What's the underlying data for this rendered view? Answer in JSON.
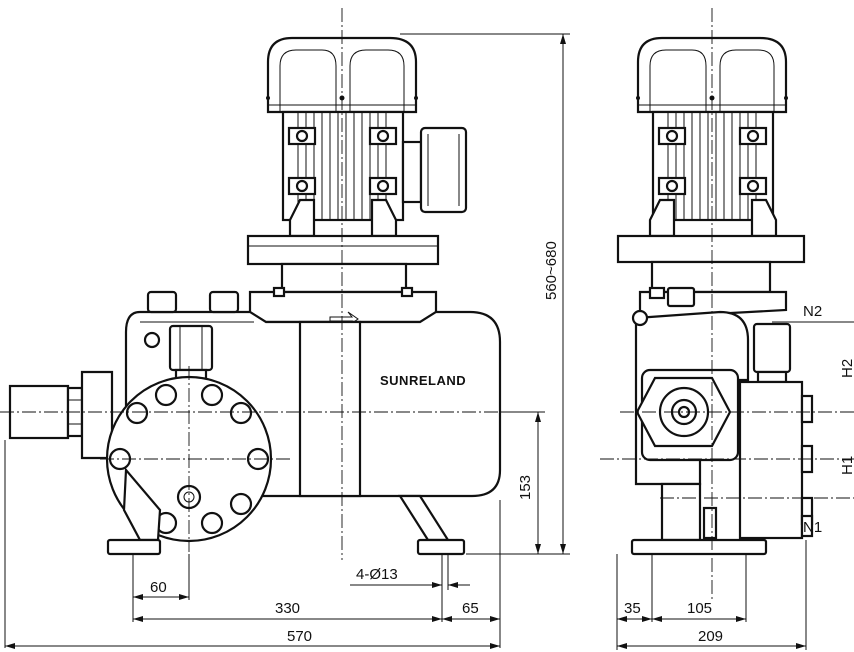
{
  "brand": "SUNRELAND",
  "dimensions": {
    "height_range": "560~680",
    "base_offset": "60",
    "bolt_spacing": "330",
    "bolt_edge": "65",
    "total_length": "570",
    "base_height": "153",
    "bolt_holes": "4-Ø13",
    "side_offset": "35",
    "side_spacing": "105",
    "side_width": "209"
  },
  "ports": {
    "outlet": "N2",
    "inlet": "N1",
    "outlet_height": "H2",
    "inlet_height": "H1"
  }
}
